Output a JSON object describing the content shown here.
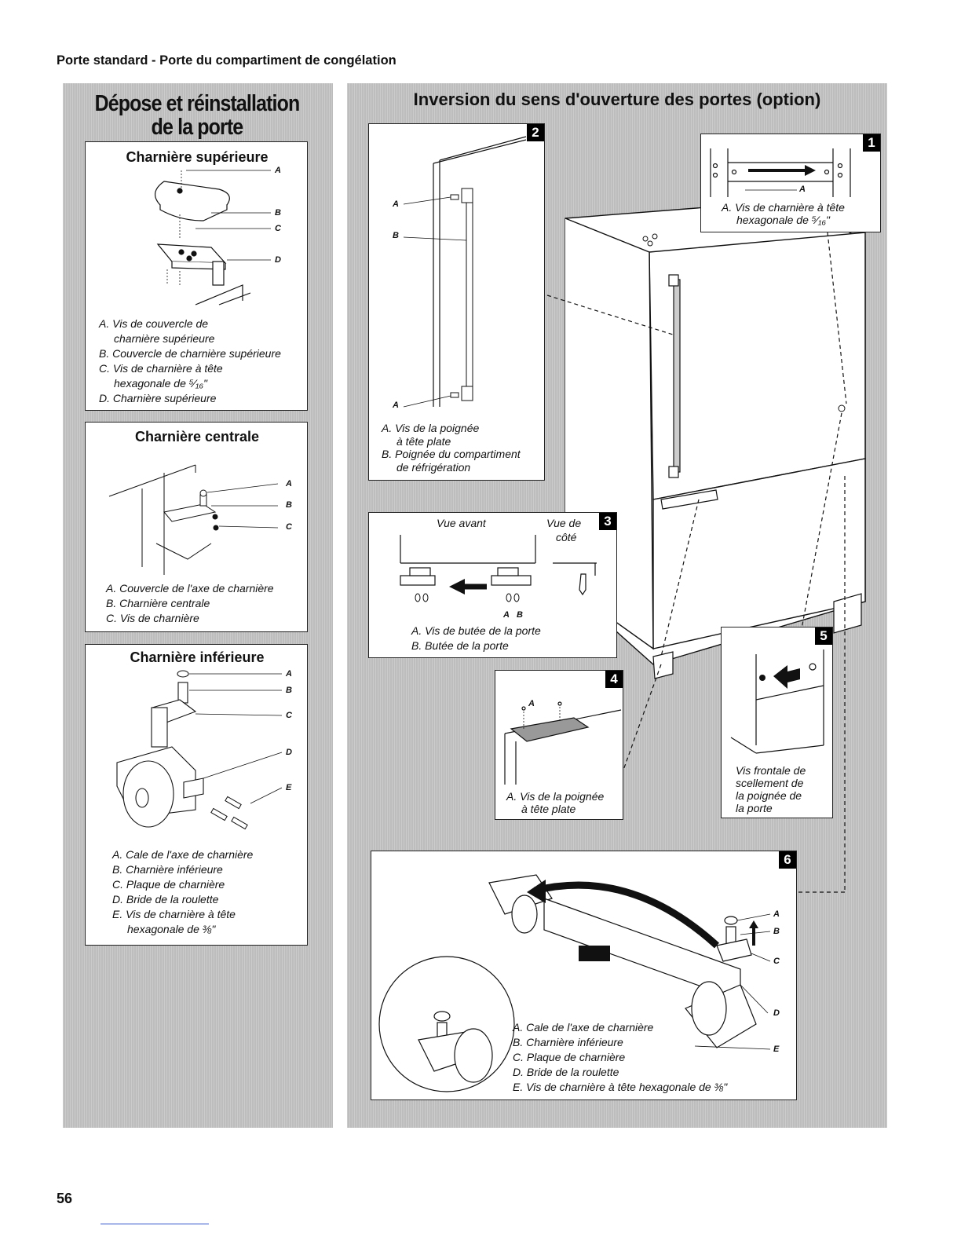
{
  "header": "Porte standard - Porte du compartiment de congélation",
  "left_panel": {
    "title_line1": "Dépose et réinstallation",
    "title_line2": "de la porte",
    "top_hinge": {
      "title": "Charnière supérieure",
      "letters": [
        "A",
        "B",
        "C",
        "D"
      ],
      "captions": [
        "A. Vis de couvercle de",
        "charnière supérieure",
        "B. Couvercle de charnière supérieure",
        "C. Vis de charnière à tête",
        "hexagonale de ⁵⁄₁₆\"",
        "D. Charnière supérieure"
      ]
    },
    "center_hinge": {
      "title": "Charnière centrale",
      "letters": [
        "A",
        "B",
        "C"
      ],
      "captions": [
        "A. Couvercle de l'axe de charnière",
        "B. Charnière centrale",
        "C. Vis de charnière"
      ]
    },
    "bottom_hinge": {
      "title": "Charnière inférieure",
      "letters": [
        "A",
        "B",
        "C",
        "D",
        "E"
      ],
      "captions": [
        "A. Cale de l'axe de charnière",
        "B. Charnière inférieure",
        "C. Plaque de charnière",
        "D. Bride de la roulette",
        "E. Vis de charnière à tête",
        "hexagonale de ⅜\""
      ]
    }
  },
  "right_panel": {
    "title": "Inversion du sens d'ouverture des portes (option)",
    "step1": {
      "num": "1",
      "letter": "A",
      "captions": [
        "A. Vis de charnière à tête",
        "hexagonale de ⁵⁄₁₆\""
      ]
    },
    "step2": {
      "num": "2",
      "letters": [
        "A",
        "B",
        "A"
      ],
      "captions": [
        "A. Vis de la poignée",
        "à tête plate",
        "B. Poignée du compartiment",
        "de réfrigération"
      ]
    },
    "step3": {
      "num": "3",
      "front_view": "Vue avant",
      "side_view_1": "Vue de",
      "side_view_2": "côté",
      "letters": [
        "A",
        "B"
      ],
      "captions": [
        "A. Vis de butée de la porte",
        "B. Butée de la porte"
      ]
    },
    "step4": {
      "num": "4",
      "letter": "A",
      "captions": [
        "A. Vis de la poignée",
        "à tête plate"
      ]
    },
    "step5": {
      "num": "5",
      "captions": [
        "Vis frontale de",
        "scellement de",
        "la poignée de",
        "la porte"
      ]
    },
    "step6": {
      "num": "6",
      "letters": [
        "A",
        "B",
        "C",
        "D",
        "E"
      ],
      "captions": [
        "A. Cale de l'axe de charnière",
        "B. Charnière inférieure",
        "C. Plaque de charnière",
        "D. Bride de la roulette",
        "E. Vis de charnière à tête hexagonale de ⅜\""
      ]
    }
  },
  "page_number": "56"
}
